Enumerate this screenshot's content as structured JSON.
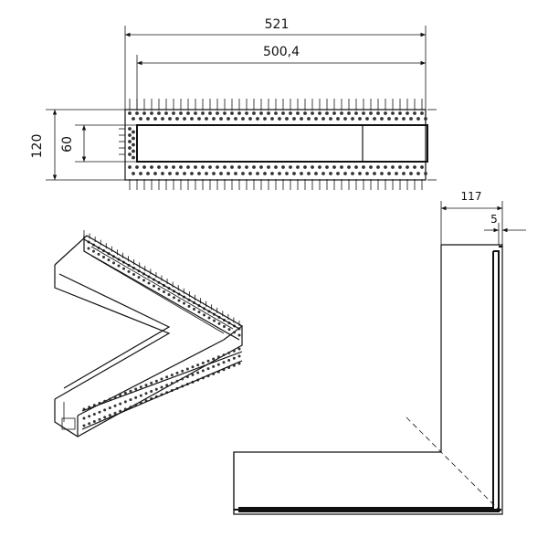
{
  "dimensions": {
    "overall_length": "521",
    "inner_length": "500,4",
    "overall_height": "120",
    "inner_height": "60",
    "side_width": "117",
    "wall_thickness": "5"
  },
  "colors": {
    "line": "#111111",
    "background": "#ffffff",
    "dot_fill": "#333333"
  }
}
